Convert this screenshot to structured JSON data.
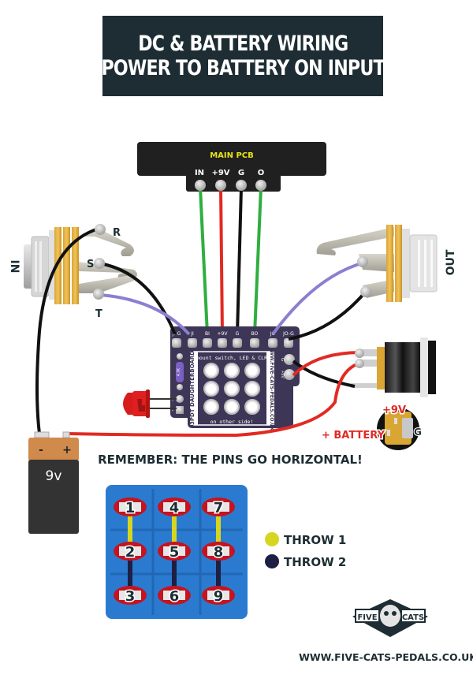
{
  "title": {
    "line1": "DC & BATTERY WIRING",
    "line2": "POWER TO BATTERY ON INPUT"
  },
  "main_pcb": {
    "label": "MAIN PCB",
    "pins": [
      "IN",
      "+9V",
      "G",
      "O"
    ]
  },
  "input_jack": {
    "label": "IN",
    "lugs": [
      "R",
      "S",
      "T"
    ]
  },
  "output_jack": {
    "label": "OUT"
  },
  "daughterboard": {
    "name": "3PDT DAUGHTERBOARD",
    "top_pins": [
      "JI-G",
      "JI",
      "BI",
      "+9V",
      "G",
      "BO",
      "JO",
      "JO-G"
    ],
    "side_pins": [
      "G",
      "+9V"
    ],
    "led_pins": [
      "+",
      "-"
    ],
    "resistor_value": "4.7K",
    "top_note": "mount switch, LED & CLR",
    "bottom_note": "on other side!",
    "website_vertical": "WWW.FIVE-CATS-PEDALS.CO.UK"
  },
  "battery": {
    "voltage": "9v",
    "neg": "-",
    "pos": "+"
  },
  "dc_jack_detail": {
    "plus9v": "+9V",
    "battery": "+ BATTERY",
    "ground": "G"
  },
  "reminder": "REMEMBER: THE PINS GO HORIZONTAL!",
  "switch_grid": {
    "pins": [
      "1",
      "2",
      "3",
      "4",
      "5",
      "6",
      "7",
      "8",
      "9"
    ]
  },
  "legend": [
    {
      "label": "THROW 1",
      "color": "#d8d520"
    },
    {
      "label": "THROW 2",
      "color": "#1e1f45"
    }
  ],
  "brand": {
    "left": "FIVE",
    "right": "CATS",
    "website": "WWW.FIVE-CATS-PEDALS.CO.UK"
  },
  "colors": {
    "title_bg": "#1d2d33",
    "pcb_label": "#e8e21a",
    "wire_green": "#2fae3f",
    "wire_red": "#e12a23",
    "wire_black": "#111111",
    "wire_purple": "#8b7fd0",
    "daughterboard": "#3e3656",
    "switch_bg": "#2a7bd0",
    "pin_red": "#c5131f"
  }
}
